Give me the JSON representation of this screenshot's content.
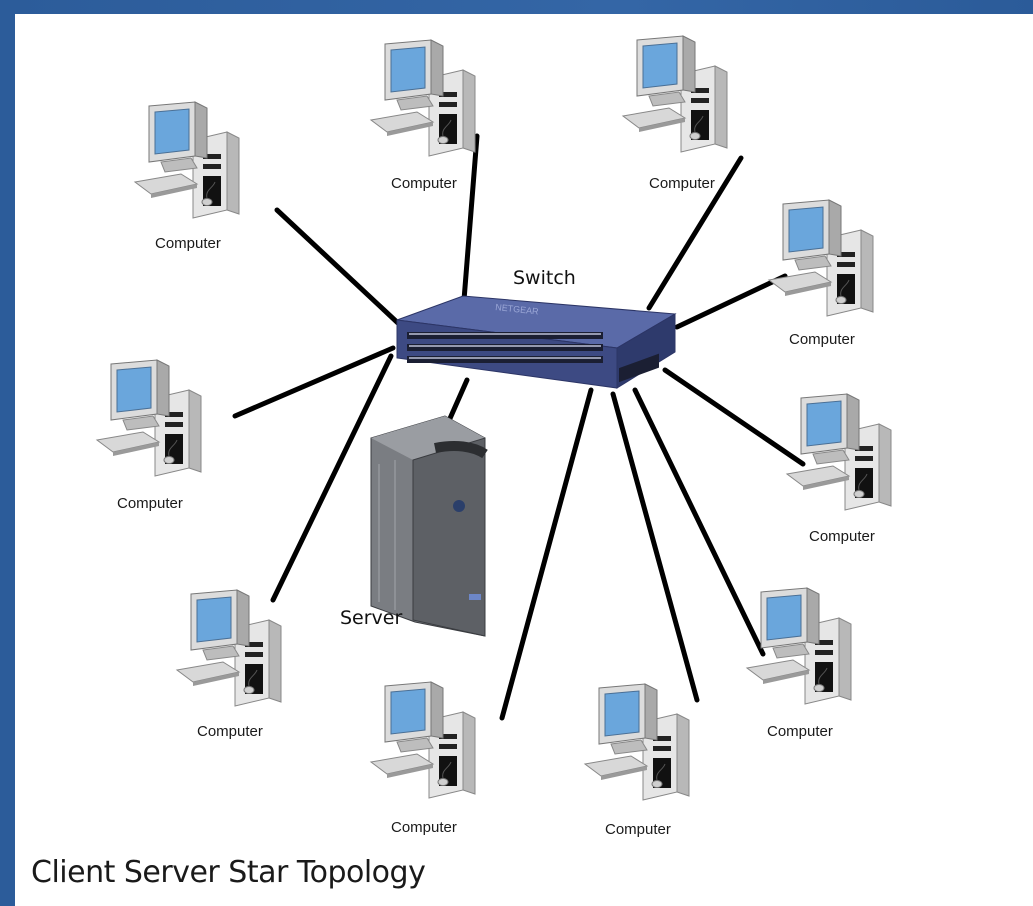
{
  "diagram": {
    "title": "Client Server Star Topology",
    "switch_label": "Switch",
    "server_label": "Server",
    "computer_label": "Computer",
    "computers": [
      {
        "id": "top-left",
        "label": "Computer"
      },
      {
        "id": "top-center",
        "label": "Computer"
      },
      {
        "id": "top-right",
        "label": "Computer"
      },
      {
        "id": "right-upper",
        "label": "Computer"
      },
      {
        "id": "left-middle",
        "label": "Computer"
      },
      {
        "id": "right-middle",
        "label": "Computer"
      },
      {
        "id": "left-lower",
        "label": "Computer"
      },
      {
        "id": "bottom-center-left",
        "label": "Computer"
      },
      {
        "id": "bottom-center-right",
        "label": "Computer"
      },
      {
        "id": "right-lower",
        "label": "Computer"
      }
    ]
  },
  "colors": {
    "frame_blue": "#2f5f9c",
    "monitor_screen": "#6aa6dc",
    "device_gray": "#c9c9c9",
    "switch_body": "#4a5a9a",
    "cable": "#000000"
  }
}
